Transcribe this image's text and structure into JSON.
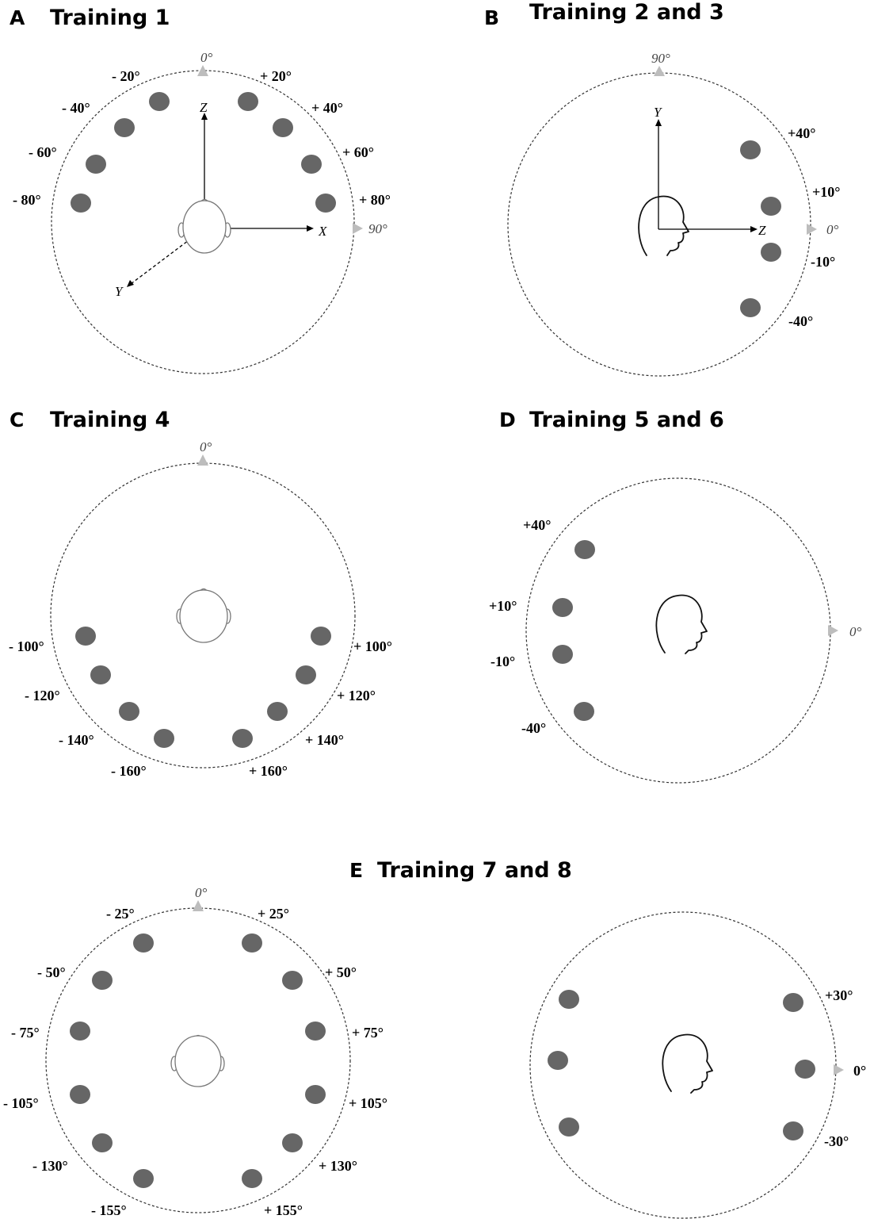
{
  "colors": {
    "speaker": "#666666",
    "reference_marker": "#bdbdbd",
    "ring": "#333333"
  },
  "panels": [
    {
      "id": "A",
      "letter": "A",
      "title": "Training 1",
      "ref_labels": [
        {
          "text": "0°"
        },
        {
          "text": "90°"
        }
      ],
      "axes": [
        {
          "text": "Z"
        },
        {
          "text": "X"
        },
        {
          "text": "Y"
        }
      ],
      "speakers": [
        {
          "label": "- 20°"
        },
        {
          "label": "+ 20°"
        },
        {
          "label": "- 40°"
        },
        {
          "label": "+ 40°"
        },
        {
          "label": "- 60°"
        },
        {
          "label": "+ 60°"
        },
        {
          "label": "- 80°"
        },
        {
          "label": "+ 80°"
        }
      ]
    },
    {
      "id": "B",
      "letter": "B",
      "title": "Training 2 and 3",
      "ref_labels": [
        {
          "text": "90°"
        },
        {
          "text": "0°"
        }
      ],
      "axes": [
        {
          "text": "Y"
        },
        {
          "text": "Z"
        }
      ],
      "speakers": [
        {
          "label": "+40°"
        },
        {
          "label": "+10°"
        },
        {
          "label": "-10°"
        },
        {
          "label": "-40°"
        }
      ]
    },
    {
      "id": "C",
      "letter": "C",
      "title": "Training 4",
      "ref_labels": [
        {
          "text": "0°"
        }
      ],
      "speakers": [
        {
          "label": "- 100°"
        },
        {
          "label": "+ 100°"
        },
        {
          "label": "- 120°"
        },
        {
          "label": "+ 120°"
        },
        {
          "label": "- 140°"
        },
        {
          "label": "+ 140°"
        },
        {
          "label": "- 160°"
        },
        {
          "label": "+ 160°"
        }
      ]
    },
    {
      "id": "D",
      "letter": "D",
      "title": "Training 5 and 6",
      "ref_labels": [
        {
          "text": "0°"
        }
      ],
      "speakers": [
        {
          "label": "+40°"
        },
        {
          "label": "+10°"
        },
        {
          "label": "-10°"
        },
        {
          "label": "-40°"
        }
      ]
    },
    {
      "id": "E",
      "letter": "E",
      "title": "Training 7 and 8",
      "ref_labels": [
        {
          "text": "0°"
        }
      ],
      "speakers": [
        {
          "label": "- 25°"
        },
        {
          "label": "+ 25°"
        },
        {
          "label": "- 50°"
        },
        {
          "label": "+ 50°"
        },
        {
          "label": "- 75°"
        },
        {
          "label": "+ 75°"
        },
        {
          "label": "- 105°"
        },
        {
          "label": "+ 105°"
        },
        {
          "label": "- 130°"
        },
        {
          "label": "+ 130°"
        },
        {
          "label": "- 155°"
        },
        {
          "label": "+ 155°"
        }
      ]
    },
    {
      "id": "E2",
      "ref_labels": [
        {
          "text": "0°"
        }
      ],
      "speakers": [
        {
          "label": ""
        },
        {
          "label": ""
        },
        {
          "label": ""
        },
        {
          "label": "+30°"
        },
        {
          "label": ""
        },
        {
          "label": "-30°"
        }
      ],
      "right_labels": [
        {
          "text": "+30°"
        },
        {
          "text": "0°"
        },
        {
          "text": "-30°"
        }
      ]
    }
  ]
}
